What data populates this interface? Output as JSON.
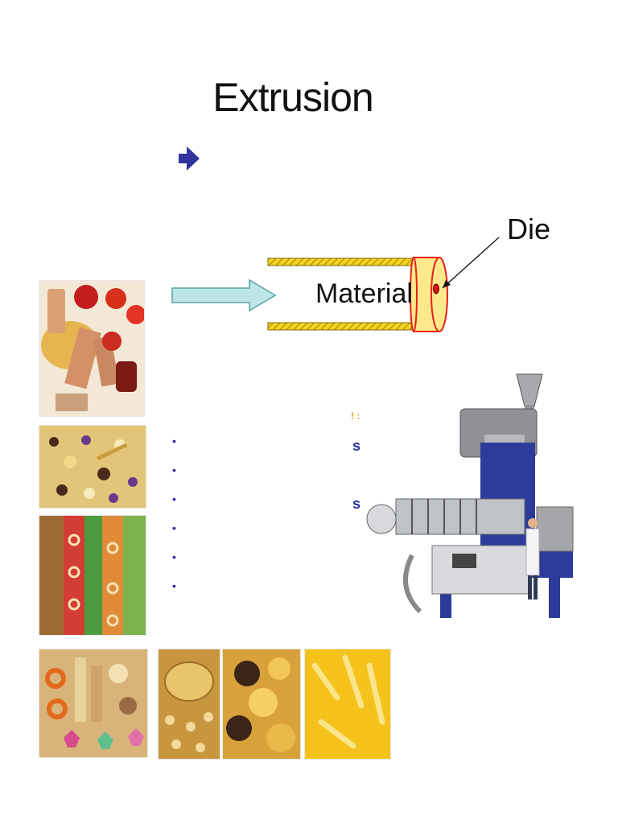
{
  "slide": {
    "title": "Extrusion",
    "die_label": "Die",
    "material_label": "Material",
    "bullet_glyph": "•",
    "bullet_count": 6,
    "clipped_fragment_1": "s",
    "clipped_fragment_2": "s",
    "clipped_fragment_orange": "! :"
  },
  "colors": {
    "arrow_blue": "#3333a0",
    "flow_arrow_fill": "#bfe6e6",
    "flow_arrow_stroke": "#5fa3a3",
    "barrel_yellow": "#f2d020",
    "die_fill": "#ffe98a",
    "die_stroke": "#e8201c"
  },
  "icons": {
    "header_arrow": "right-arrow-icon",
    "flow_arrow": "flow-arrow-icon"
  }
}
